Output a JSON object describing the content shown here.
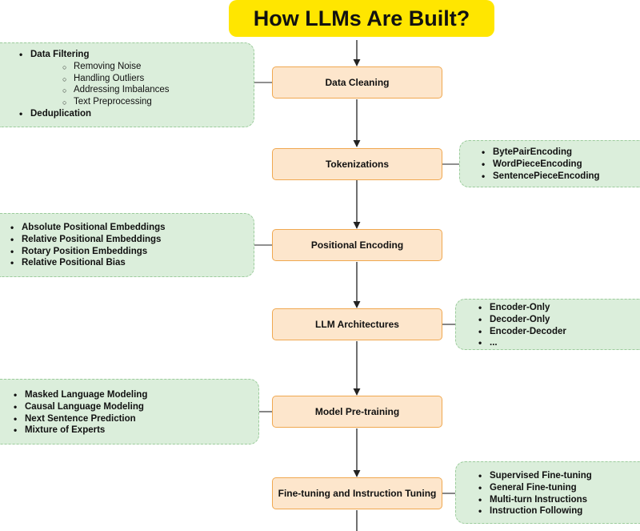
{
  "title": "How LLMs Are Built?",
  "steps": [
    {
      "label": "Data Cleaning"
    },
    {
      "label": "Tokenizations"
    },
    {
      "label": "Positional Encoding"
    },
    {
      "label": "LLM Architectures"
    },
    {
      "label": "Model Pre-training"
    },
    {
      "label": "Fine-tuning and Instruction Tuning"
    }
  ],
  "notes": {
    "data_cleaning": {
      "items": [
        {
          "text": "Data Filtering"
        },
        {
          "text": "Removing Noise"
        },
        {
          "text": "Handling Outliers"
        },
        {
          "text": "Addressing Imbalances"
        },
        {
          "text": "Text Preprocessing"
        },
        {
          "text": "Deduplication"
        }
      ]
    },
    "tokenizations": {
      "items": [
        {
          "text": "BytePairEncoding"
        },
        {
          "text": "WordPieceEncoding"
        },
        {
          "text": "SentencePieceEncoding"
        }
      ]
    },
    "positional_encoding": {
      "items": [
        {
          "text": "Absolute Positional Embeddings"
        },
        {
          "text": "Relative Positional Embeddings"
        },
        {
          "text": "Rotary Position Embeddings"
        },
        {
          "text": "Relative Positional Bias"
        }
      ]
    },
    "llm_architectures": {
      "items": [
        {
          "text": "Encoder-Only"
        },
        {
          "text": "Decoder-Only"
        },
        {
          "text": "Encoder-Decoder"
        },
        {
          "text": "..."
        }
      ]
    },
    "model_pretraining": {
      "items": [
        {
          "text": "Masked Language Modeling"
        },
        {
          "text": "Causal Language Modeling"
        },
        {
          "text": "Next Sentence Prediction"
        },
        {
          "text": "Mixture of Experts"
        }
      ]
    },
    "fine_tuning": {
      "items": [
        {
          "text": "Supervised Fine-tuning"
        },
        {
          "text": "General Fine-tuning"
        },
        {
          "text": "Multi-turn Instructions"
        },
        {
          "text": "Instruction Following"
        }
      ]
    }
  },
  "colors": {
    "title_bg": "#ffe600",
    "step_fill": "#fde6cc",
    "step_border": "#f0a850",
    "note_fill": "#dbeedb",
    "note_border": "#9ccc9c",
    "arrow": "#222222"
  }
}
